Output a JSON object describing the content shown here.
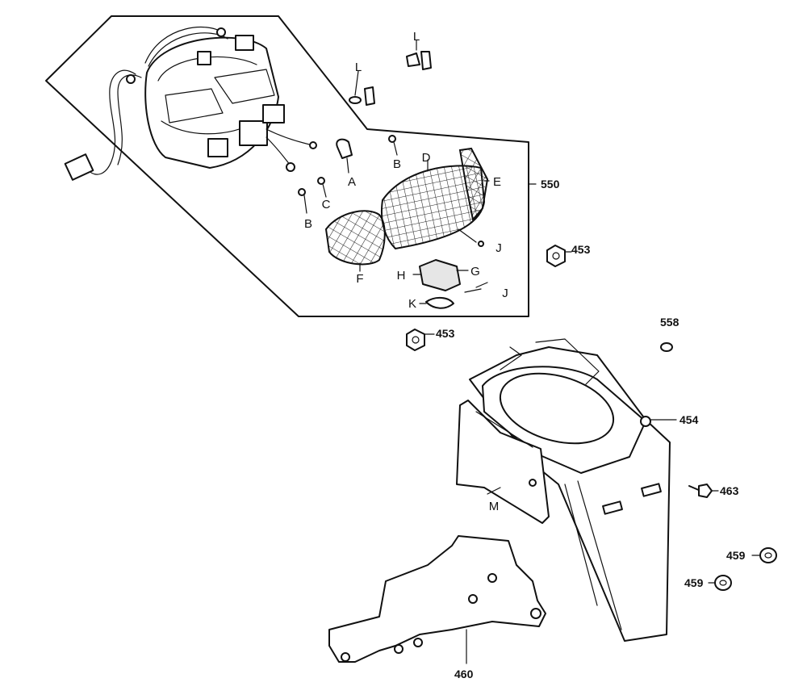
{
  "labels": {
    "L_top": "L",
    "L_mid": "L",
    "A": "A",
    "B_top": "B",
    "B_left": "B",
    "C": "C",
    "D": "D",
    "E": "E",
    "F": "F",
    "G": "G",
    "H": "H",
    "J_upper": "J",
    "J_lower": "J",
    "K": "K",
    "M": "M",
    "n550": "550",
    "n453_upper": "453",
    "n453_lower": "453",
    "n558": "558",
    "n454": "454",
    "n463": "463",
    "n459_upper": "459",
    "n459_lower": "459",
    "n460": "460"
  }
}
